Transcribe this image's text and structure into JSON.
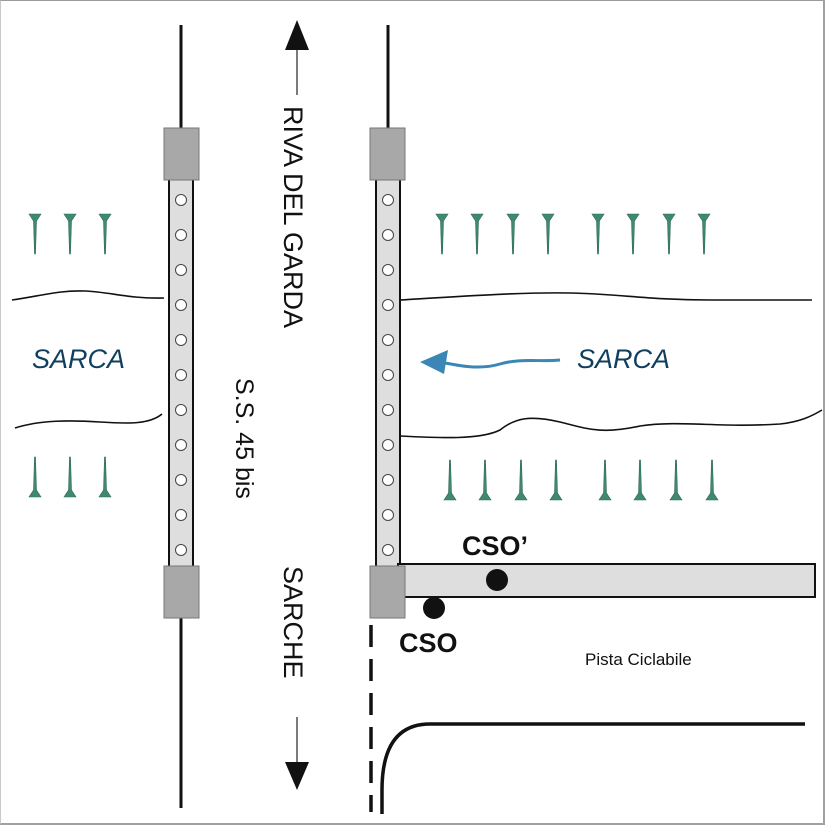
{
  "diagram": {
    "labels": {
      "north_direction": "RIVA DEL GARDA",
      "south_direction": "SARCHE",
      "road": "S.S. 45 bis",
      "river_left": "SARCA",
      "river_right": "SARCA",
      "cso": "CSO",
      "cso_prime": "CSO’",
      "bike_path": "Pista Ciclabile"
    },
    "colors": {
      "river_text": "#0f3f5e",
      "flow_arrow": "#3a86b4",
      "reed": "#3f8a6e",
      "pier": "#a8a8a8",
      "deck": "#dedede",
      "line": "#111111"
    },
    "counts": {
      "bridge_holes_per_span": 11,
      "reeds_left_upper": 3,
      "reeds_left_lower": 3,
      "reeds_right_upper": 8,
      "reeds_right_lower": 8
    }
  }
}
